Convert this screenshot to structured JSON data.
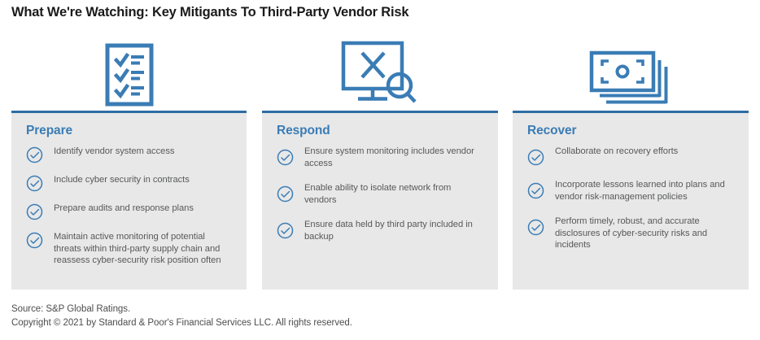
{
  "title": "What We're Watching: Key Mitigants To Third-Party Vendor Risk",
  "colors": {
    "panel_bg": "#e8e8e8",
    "panel_top_border": "#2e6da4",
    "heading_blue": "#3a7cb5",
    "icon_blue": "#3a7cb5",
    "body_text": "#58595b",
    "title_text": "#1a1a1a",
    "page_bg": "#ffffff"
  },
  "icons": [
    {
      "name": "checklist-document-icon",
      "for_column": "Prepare"
    },
    {
      "name": "monitor-alert-magnifier-icon",
      "for_column": "Respond"
    },
    {
      "name": "stacked-banknotes-icon",
      "for_column": "Recover"
    }
  ],
  "columns": [
    {
      "heading": "Prepare",
      "bullets": [
        "Identify vendor system access",
        "Include cyber security in contracts",
        "Prepare audits and response plans",
        "Maintain active monitoring of potential threats within third-party supply chain and reassess cyber-security risk position often"
      ]
    },
    {
      "heading": "Respond",
      "bullets": [
        "Ensure system monitoring includes vendor access",
        "Enable ability to isolate network from vendors",
        "Ensure data held by third party included in backup"
      ]
    },
    {
      "heading": "Recover",
      "bullets": [
        "Collaborate on recovery efforts",
        "Incorporate lessons learned into plans and vendor risk-management policies",
        "Perform timely, robust, and accurate disclosures of cyber-security risks and incidents"
      ]
    }
  ],
  "footer": {
    "source": "Source: S&P Global Ratings.",
    "copyright": "Copyright © 2021 by Standard & Poor's Financial Services LLC. All rights reserved."
  }
}
